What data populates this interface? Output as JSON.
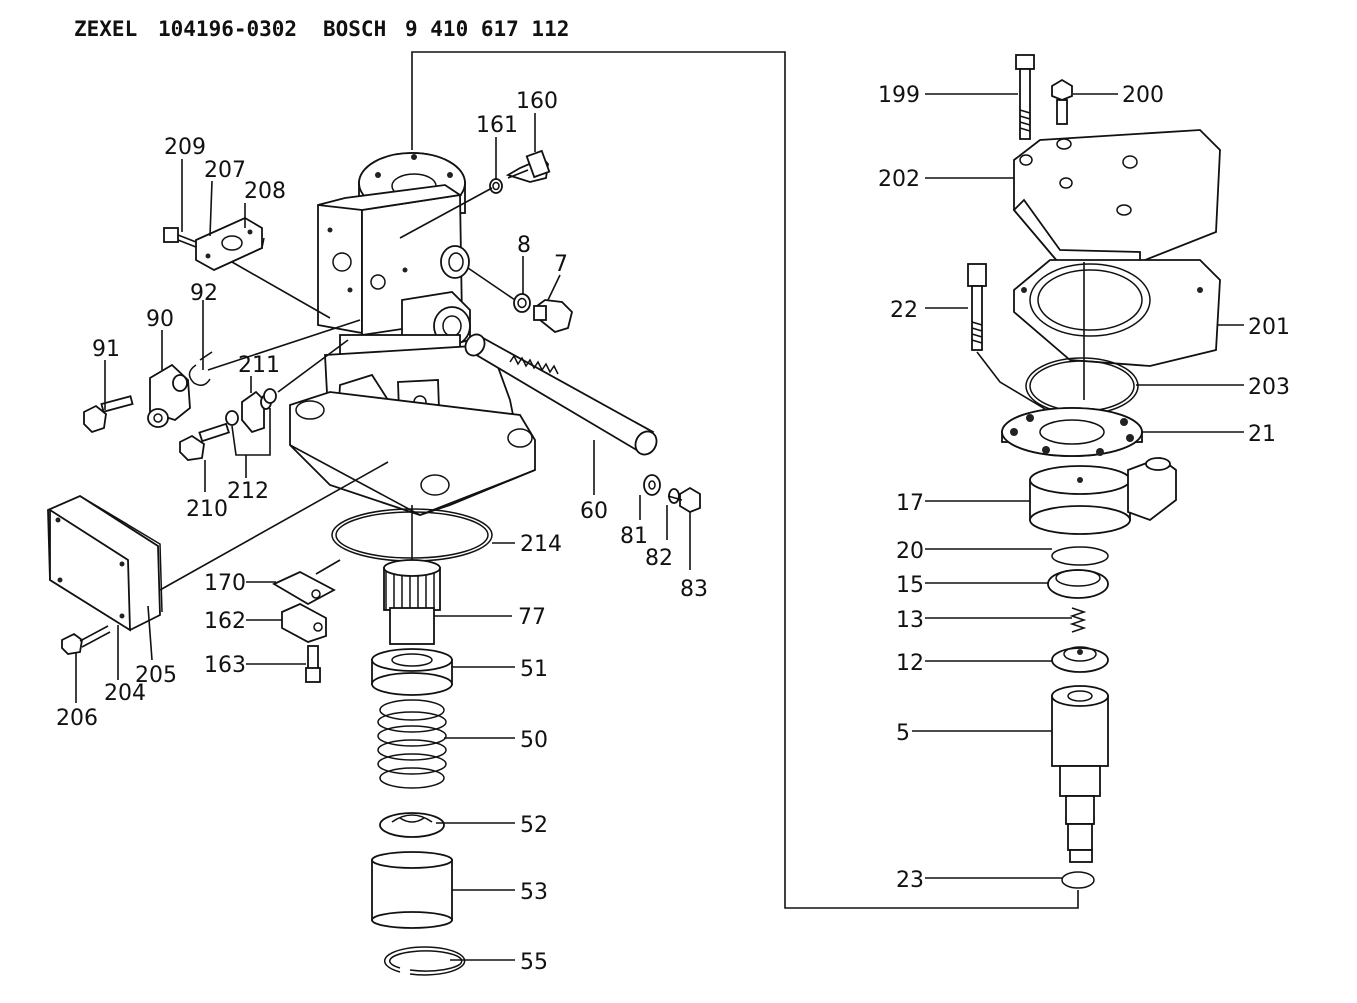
{
  "header": {
    "brand1": "ZEXEL",
    "part1": "104196-0302",
    "brand2": "BOSCH",
    "part2": "9 410 617 112"
  },
  "callouts": {
    "c199": "199",
    "c200": "200",
    "c202": "202",
    "c201": "201",
    "c22": "22",
    "c203": "203",
    "c21": "21",
    "c17": "17",
    "c20": "20",
    "c15": "15",
    "c13": "13",
    "c12": "12",
    "c5": "5",
    "c23": "23",
    "c209": "209",
    "c207": "207",
    "c208": "208",
    "c161": "161",
    "c160": "160",
    "c8": "8",
    "c7": "7",
    "c92": "92",
    "c90": "90",
    "c91": "91",
    "c211": "211",
    "c210": "210",
    "c212": "212",
    "c60": "60",
    "c81": "81",
    "c82": "82",
    "c83": "83",
    "c214": "214",
    "c170": "170",
    "c162": "162",
    "c163": "163",
    "c77": "77",
    "c51": "51",
    "c50": "50",
    "c52": "52",
    "c53": "53",
    "c55": "55",
    "c204": "204",
    "c205": "205",
    "c206": "206"
  }
}
